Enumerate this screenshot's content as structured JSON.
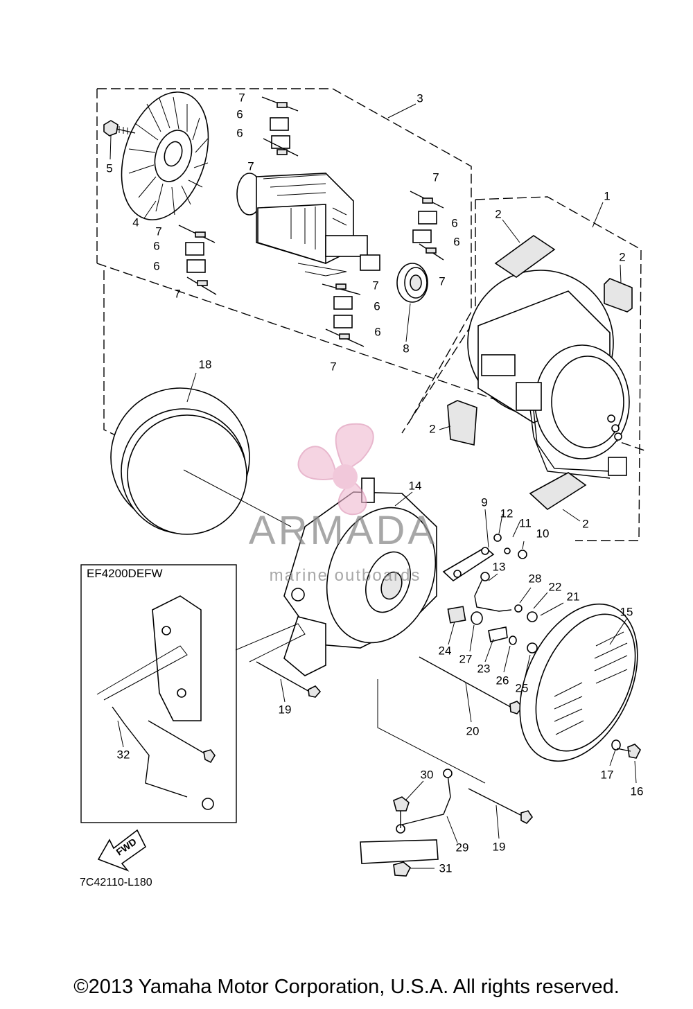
{
  "inset_title": "EF4200DEFW",
  "fwd_label": "FWD",
  "diagram_code": "7C42110-L180",
  "copyright": "©2013 Yamaha Motor Corporation, U.S.A. All rights reserved.",
  "watermark": {
    "brand": "ARMADA",
    "tagline": "marine outboards"
  },
  "callouts": [
    {
      "id": "c1",
      "text": "1"
    },
    {
      "id": "c2a",
      "text": "2"
    },
    {
      "id": "c2b",
      "text": "2"
    },
    {
      "id": "c2c",
      "text": "2"
    },
    {
      "id": "c2d",
      "text": "2"
    },
    {
      "id": "c3",
      "text": "3"
    },
    {
      "id": "c4",
      "text": "4"
    },
    {
      "id": "c5",
      "text": "5"
    },
    {
      "id": "c6a",
      "text": "6"
    },
    {
      "id": "c6b",
      "text": "6"
    },
    {
      "id": "c6c",
      "text": "6"
    },
    {
      "id": "c6d",
      "text": "6"
    },
    {
      "id": "c6e",
      "text": "6"
    },
    {
      "id": "c6f",
      "text": "6"
    },
    {
      "id": "c6g",
      "text": "6"
    },
    {
      "id": "c6h",
      "text": "6"
    },
    {
      "id": "c7a",
      "text": "7"
    },
    {
      "id": "c7b",
      "text": "7"
    },
    {
      "id": "c7c",
      "text": "7"
    },
    {
      "id": "c7d",
      "text": "7"
    },
    {
      "id": "c7e",
      "text": "7"
    },
    {
      "id": "c7f",
      "text": "7"
    },
    {
      "id": "c7g",
      "text": "7"
    },
    {
      "id": "c7h",
      "text": "7"
    },
    {
      "id": "c8",
      "text": "8"
    },
    {
      "id": "c9",
      "text": "9"
    },
    {
      "id": "c10",
      "text": "10"
    },
    {
      "id": "c11",
      "text": "11"
    },
    {
      "id": "c12",
      "text": "12"
    },
    {
      "id": "c13",
      "text": "13"
    },
    {
      "id": "c14",
      "text": "14"
    },
    {
      "id": "c15",
      "text": "15"
    },
    {
      "id": "c16",
      "text": "16"
    },
    {
      "id": "c17",
      "text": "17"
    },
    {
      "id": "c18",
      "text": "18"
    },
    {
      "id": "c19a",
      "text": "19"
    },
    {
      "id": "c19b",
      "text": "19"
    },
    {
      "id": "c20",
      "text": "20"
    },
    {
      "id": "c21",
      "text": "21"
    },
    {
      "id": "c22",
      "text": "22"
    },
    {
      "id": "c23",
      "text": "23"
    },
    {
      "id": "c24",
      "text": "24"
    },
    {
      "id": "c25",
      "text": "25"
    },
    {
      "id": "c26",
      "text": "26"
    },
    {
      "id": "c27",
      "text": "27"
    },
    {
      "id": "c28",
      "text": "28"
    },
    {
      "id": "c29",
      "text": "29"
    },
    {
      "id": "c30",
      "text": "30"
    },
    {
      "id": "c31",
      "text": "31"
    },
    {
      "id": "c32",
      "text": "32"
    }
  ]
}
